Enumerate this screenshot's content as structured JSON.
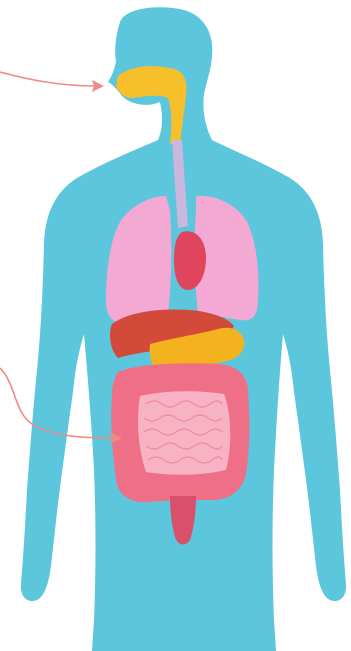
{
  "figure": {
    "subject": "human-digestive-system-anatomy",
    "labels_printed": false
  },
  "colors": {
    "background": "#ffffff",
    "body": "#5cc6dc",
    "body_light": "#8fd8e8",
    "mouth_pharynx": "#f7c02b",
    "esophagus": "#c9b7de",
    "lungs": "#f3a9d3",
    "stomach": "#e0455e",
    "liver": "#d24a3a",
    "gallbladder_pancreas": "#f4b21f",
    "large_intestine": "#ef6f87",
    "small_intestine": "#f7b3c3",
    "rectum": "#d9506a",
    "pointer": "#f08a88"
  },
  "organs": [
    {
      "id": "mouth",
      "name": "mouth-and-pharynx"
    },
    {
      "id": "esophagus",
      "name": "esophagus"
    },
    {
      "id": "lungs",
      "name": "lungs"
    },
    {
      "id": "stomach",
      "name": "stomach"
    },
    {
      "id": "liver",
      "name": "liver"
    },
    {
      "id": "pancreas",
      "name": "pancreas"
    },
    {
      "id": "large_intestine",
      "name": "large-intestine"
    },
    {
      "id": "small_intestine",
      "name": "small-intestine"
    },
    {
      "id": "rectum",
      "name": "rectum"
    }
  ],
  "pointers": [
    {
      "name": "pointer-mouth",
      "target": "mouth"
    },
    {
      "name": "pointer-intestine",
      "target": "small_intestine"
    }
  ]
}
